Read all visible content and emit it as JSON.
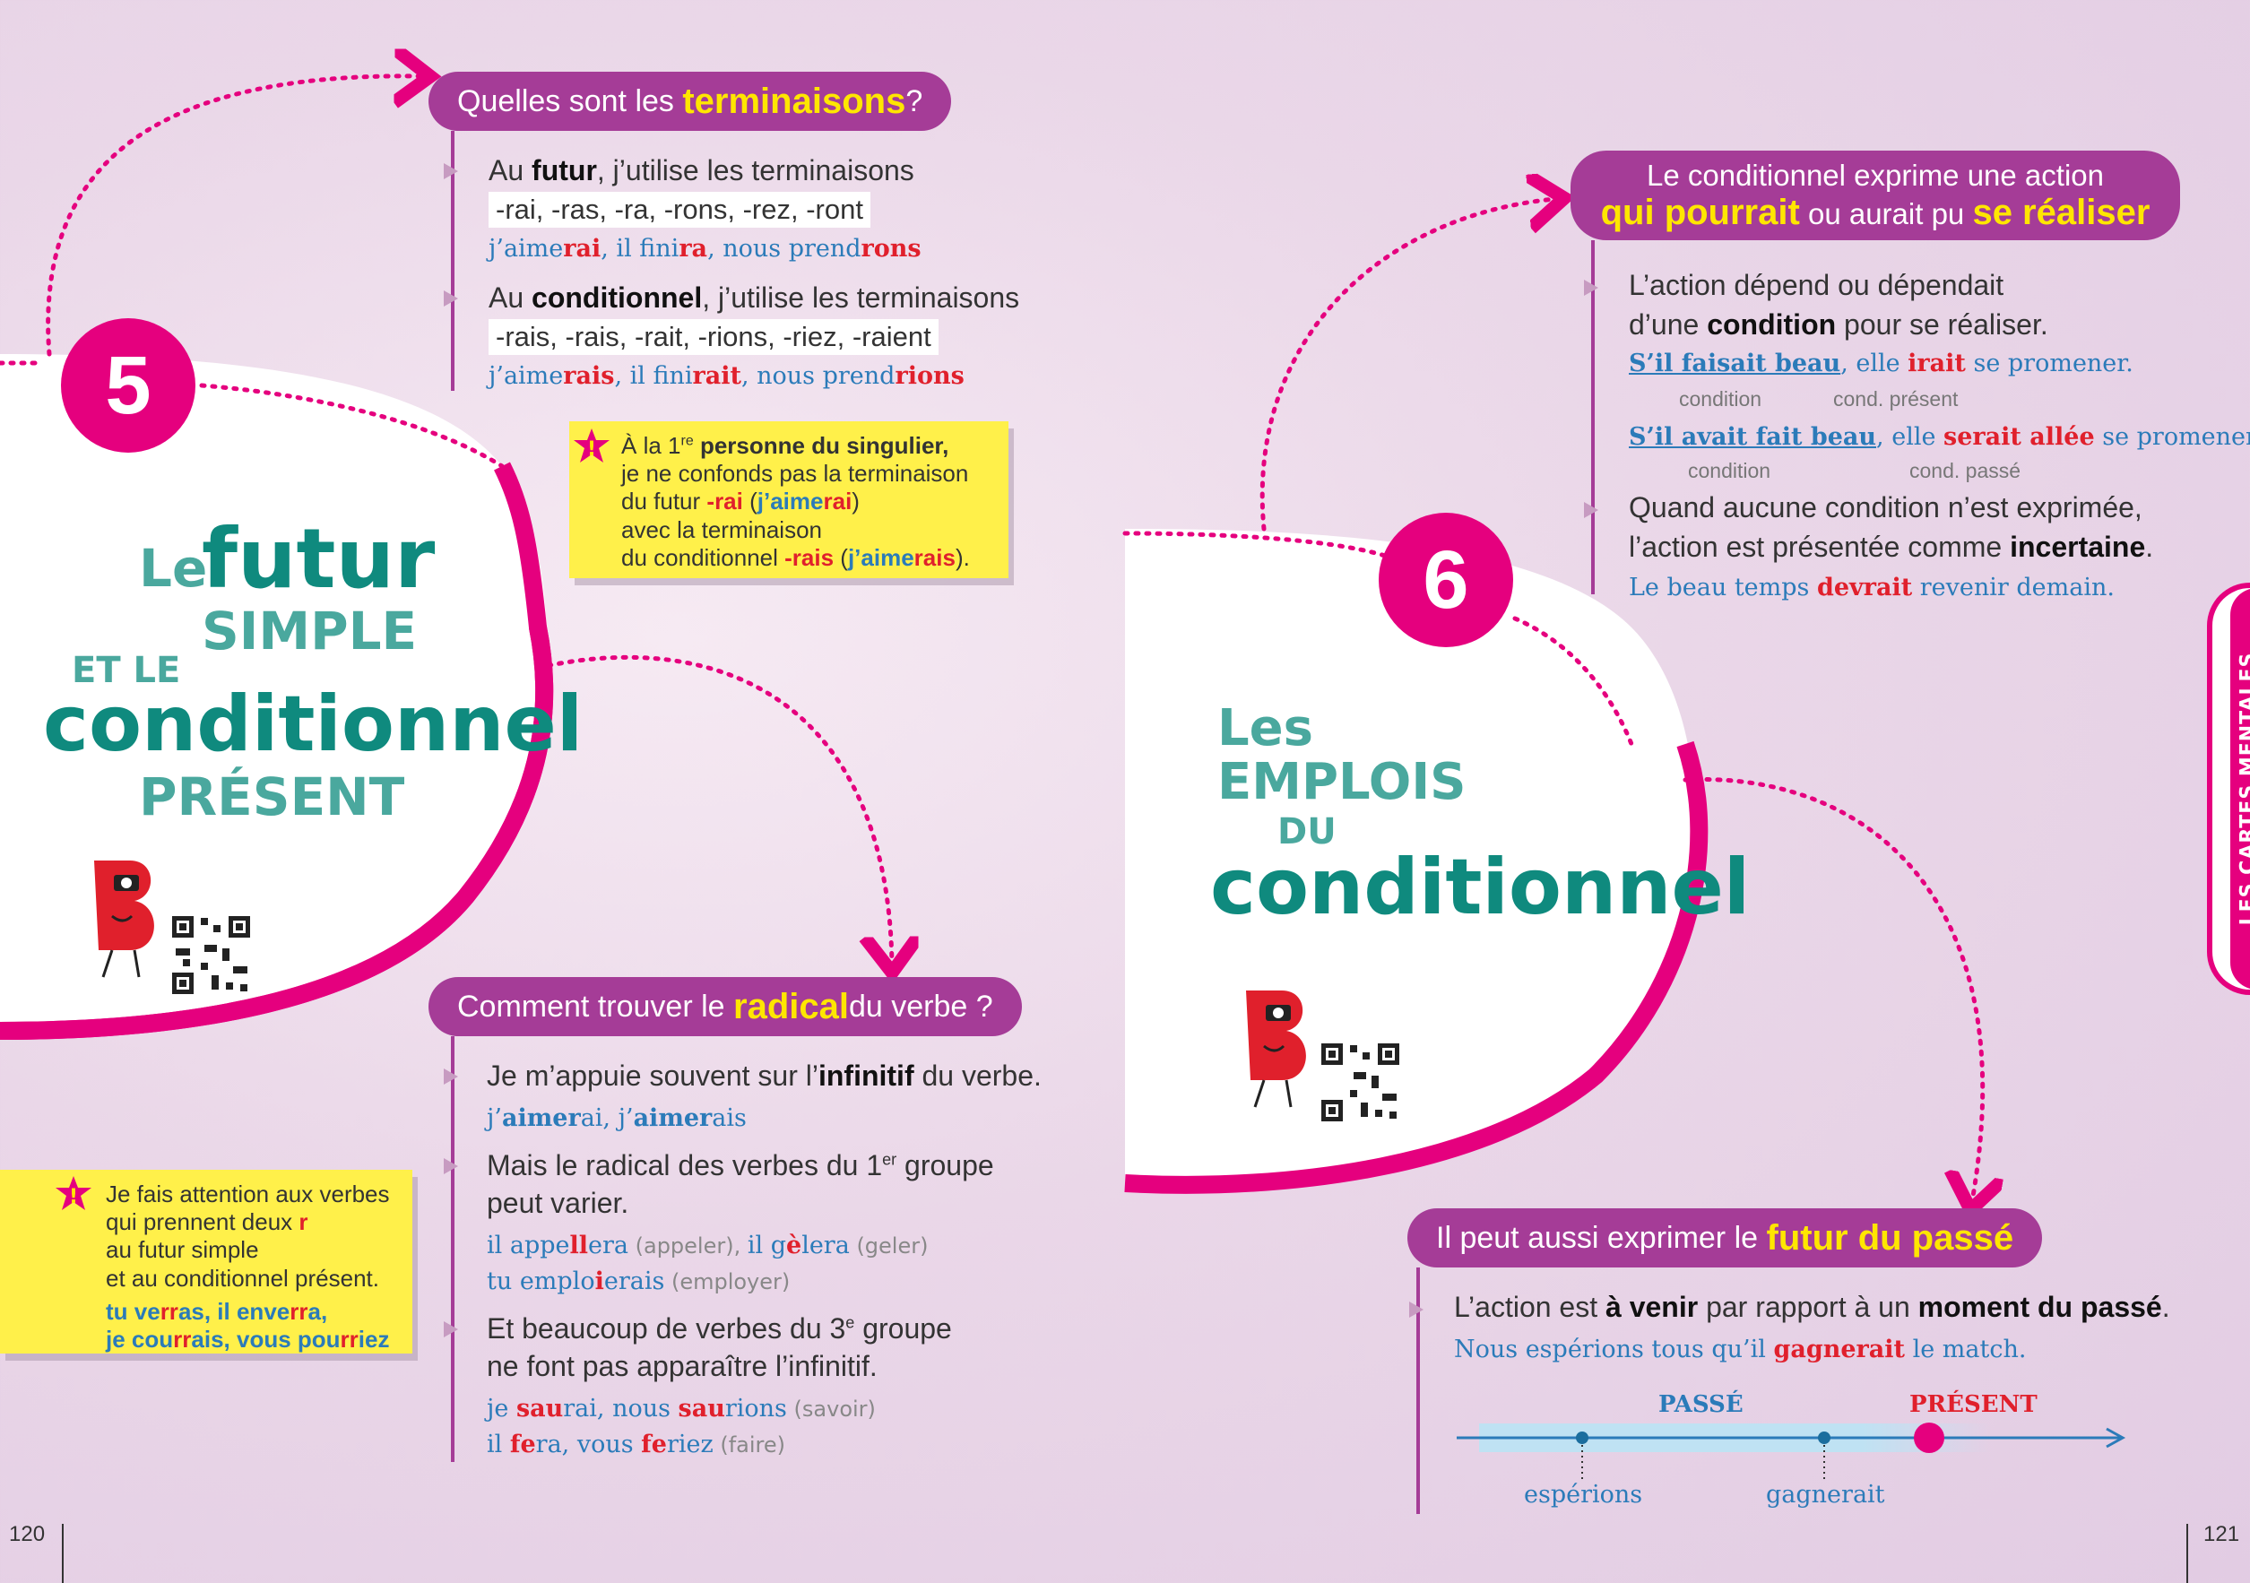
{
  "left": {
    "number": "5",
    "title": {
      "le": "Le",
      "futur": "futur",
      "simple": "SIMPLE",
      "et_le": "ET LE",
      "conditionnel": "conditionnel",
      "present": "PRÉSENT"
    },
    "q1": {
      "pre": "Quelles sont les ",
      "hl": "terminaisons",
      "post": " ?"
    },
    "futur_line": {
      "pre": "Au ",
      "b": "futur",
      "post": ", j’utilise les terminaisons"
    },
    "futur_endings": "-rai, -ras, -ra, -rons, -rez, -ront",
    "futur_ex": [
      "j’aime",
      "rai",
      ", il fini",
      "ra",
      ", nous prend",
      "rons"
    ],
    "cond_line": {
      "pre": "Au ",
      "b": "conditionnel",
      "post": ", j’utilise les terminaisons"
    },
    "cond_endings": "-rais, -rais, -rait, -rions, -riez, -raient",
    "cond_ex": [
      "j’aime",
      "rais",
      ", il fini",
      "rait",
      ", nous prend",
      "rions"
    ],
    "note1": {
      "l1a": "À la 1",
      "l1sup": "re",
      "l1b": " personne du singulier",
      "l2": "je ne confonds pas la terminaison",
      "l3a": "du futur ",
      "l3r": "-rai",
      "l3b": " (",
      "l3c": "j’aime",
      "l3d": "rai",
      "l3e": ")",
      "l4": "avec la terminaison",
      "l5a": "du conditionnel ",
      "l5r": "-rais",
      "l5b": " (",
      "l5c": "j’aime",
      "l5d": "rais",
      "l5e": ")."
    },
    "q2": {
      "pre": "Comment trouver le ",
      "hl": "radical",
      "post": " du verbe ?"
    },
    "r1": {
      "pre": "Je m’appuie souvent sur l’",
      "b": "infinitif",
      "post": " du verbe."
    },
    "r1_ex": [
      "j’",
      "aimer",
      "ai, j’",
      "aimer",
      "ais"
    ],
    "r2a": {
      "pre": "Mais le radical des verbes du 1",
      "sup": "er",
      "post": " groupe"
    },
    "r2b": "peut varier.",
    "r2_ex1": [
      "il appe",
      "ll",
      "era",
      " (appeler), ",
      "il g",
      "è",
      "lera",
      " (geler)"
    ],
    "r2_ex2": [
      "tu emplo",
      "i",
      "erais",
      " (employer)"
    ],
    "r3a": {
      "pre": "Et beaucoup de verbes du 3",
      "sup": "e",
      "post": " groupe"
    },
    "r3b": "ne font pas apparaître l’infinitif.",
    "r3_ex1": [
      "je ",
      "sau",
      "rai, nous ",
      "sau",
      "rions",
      " (savoir)"
    ],
    "r3_ex2": [
      "il ",
      "fe",
      "ra, vous ",
      "fe",
      "riez",
      " (faire)"
    ],
    "note2": {
      "l1": "Je fais attention aux verbes",
      "l2a": "qui prennent deux ",
      "l2r": "r",
      "l3": "au futur simple",
      "l4": "et au conditionnel présent.",
      "l5a": "tu ve",
      "l5b": "rr",
      "l5c": "as, il enve",
      "l5d": "rr",
      "l5e": "a,",
      "l6a": "je cou",
      "l6b": "rr",
      "l6c": "ais, vous pou",
      "l6d": "rr",
      "l6e": "iez"
    },
    "page": "120"
  },
  "right": {
    "number": "6",
    "title": {
      "les": "Les",
      "emplois": "EMPLOIS",
      "du": "DU",
      "conditionnel": "conditionnel"
    },
    "q3": {
      "l1": "Le conditionnel exprime une action",
      "hl1": "qui pourrait",
      "mid": " ou aurait pu ",
      "hl2": "se réaliser"
    },
    "c1a": "L’action dépend ou dépendait",
    "c1b": {
      "pre": "d’une ",
      "b": "condition",
      "post": " pour se réaliser."
    },
    "c1_ex1": [
      "S’il faisait beau",
      ", elle ",
      "irait",
      " se promener."
    ],
    "c1_lbl1": [
      "condition",
      "cond. présent"
    ],
    "c1_ex2": [
      "S’il avait fait beau",
      ", elle ",
      "serait allée",
      " se promener."
    ],
    "c1_lbl2": [
      "condition",
      "cond. passé"
    ],
    "c2a": "Quand aucune condition n’est exprimée,",
    "c2b": {
      "pre": "l’action est présentée comme ",
      "b": "incertaine",
      "post": "."
    },
    "c2_ex": [
      "Le beau temps ",
      "devrait",
      " revenir demain."
    ],
    "q4": {
      "pre": "Il peut aussi exprimer le ",
      "hl": "futur du passé"
    },
    "f1": {
      "pre": "L’action est ",
      "b1": "à venir",
      "mid": " par rapport à un ",
      "b2": "moment du passé",
      "post": "."
    },
    "f1_ex": [
      "Nous espérions tous qu’il ",
      "gagnerait",
      " le match."
    ],
    "timeline": {
      "passe": "PASSÉ",
      "present": "PRÉSENT",
      "t1": "espérions",
      "t2": "gagnerait"
    },
    "side_tab": "LES CARTES MENTALES",
    "page": "121"
  },
  "colors": {
    "magenta": "#e5007e",
    "purple": "#a53c97",
    "teal": "#0f8a7e",
    "yellow": "#ffe600",
    "red": "#e0202c",
    "blue": "#2b7bb9"
  }
}
